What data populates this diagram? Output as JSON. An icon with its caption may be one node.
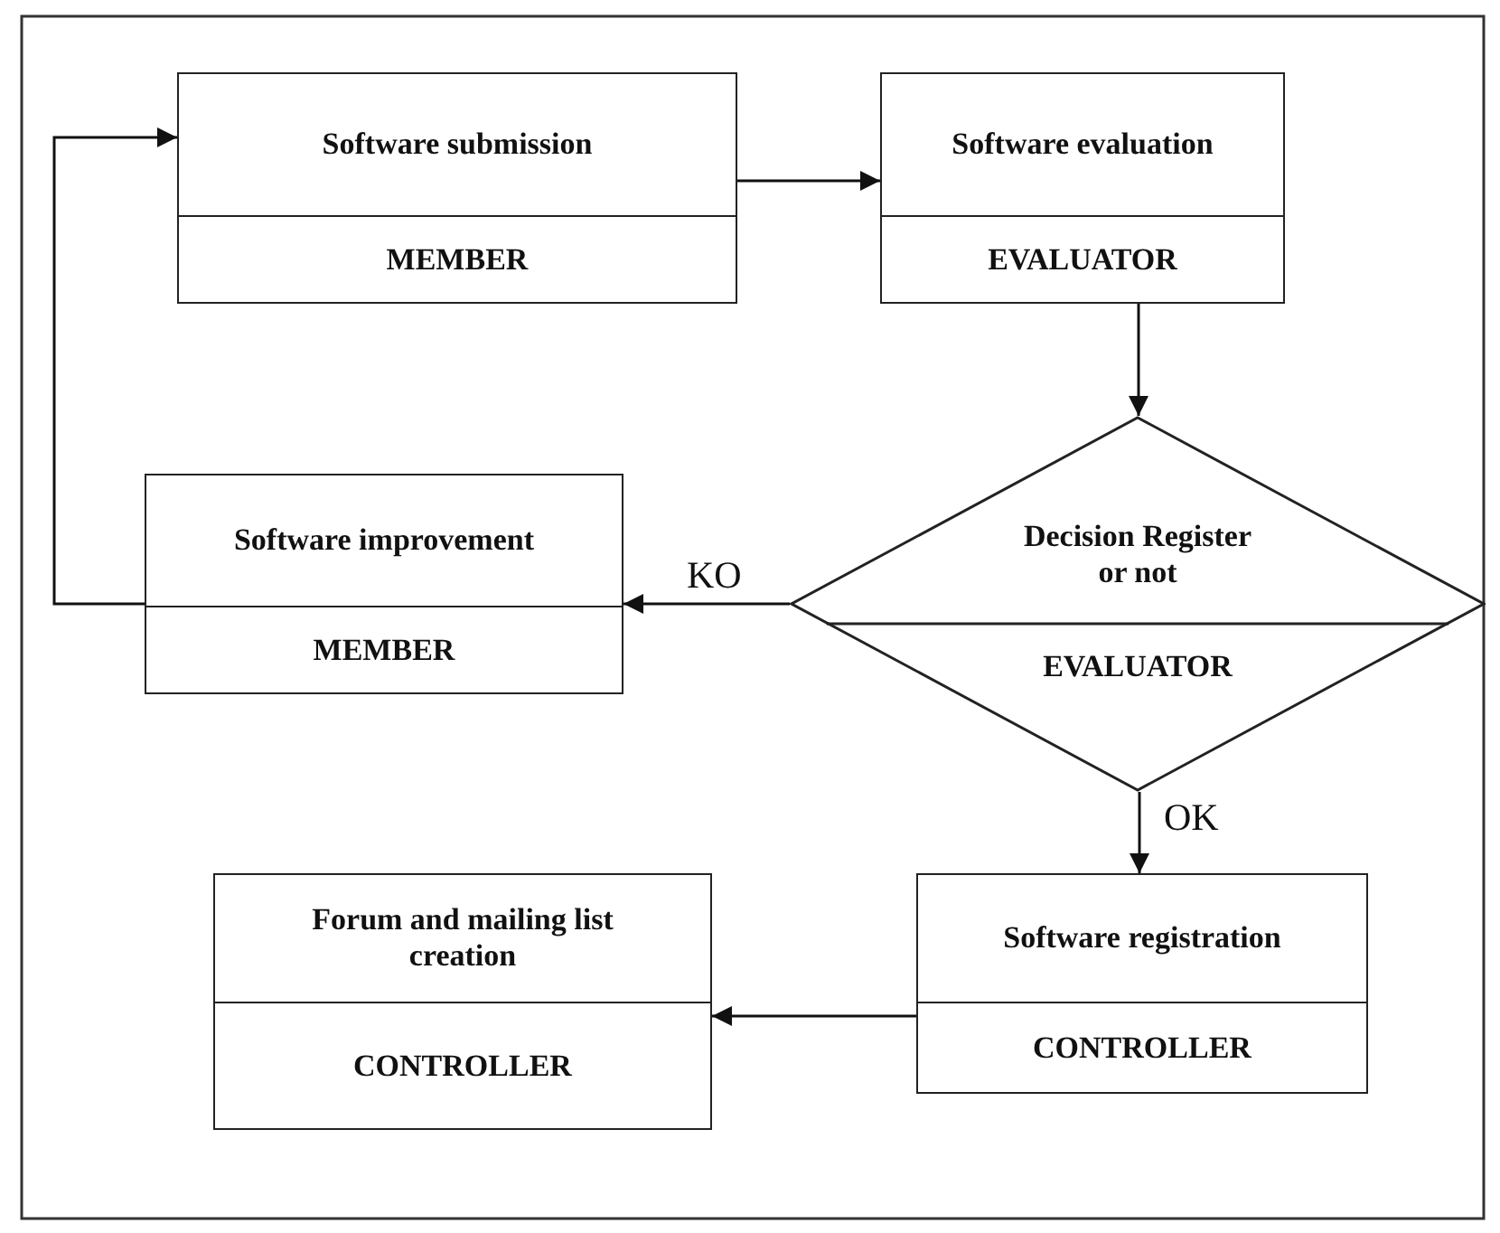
{
  "diagram": {
    "nodes": [
      {
        "text": [
          "Software submission",
          "MEMBER"
        ]
      },
      {
        "text": [
          "Software evaluation",
          "EVALUATOR"
        ]
      },
      {
        "text": [
          "Decision Register or not",
          "EVALUATOR"
        ]
      },
      {
        "text": [
          "Software improvement",
          "MEMBER"
        ]
      },
      {
        "text": [
          "Forum and mailing list creation",
          "CONTROLLER"
        ]
      },
      {
        "text": [
          "Software registration",
          "CONTROLLER"
        ]
      }
    ],
    "edges": [
      {
        "from": 0,
        "to": 1,
        "arrow": "to"
      },
      {
        "from": 1,
        "to": 2,
        "arrow": "to"
      },
      {
        "from": 2,
        "to": 3,
        "arrow": "to",
        "label": "KO"
      },
      {
        "from": 3,
        "to": 0,
        "arrow": "to"
      },
      {
        "from": 2,
        "to": 5,
        "arrow": "to",
        "label": "OK"
      },
      {
        "from": 5,
        "to": 4,
        "arrow": "to"
      }
    ]
  }
}
